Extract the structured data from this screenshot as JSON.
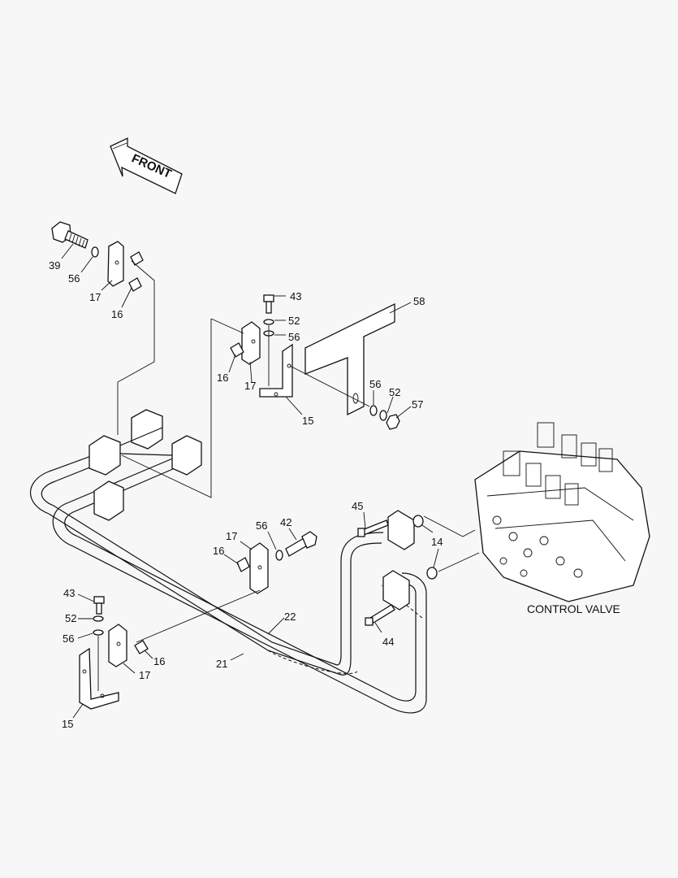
{
  "front_label": "FRONT",
  "control_valve_label": "CONTROL VALVE",
  "callouts": {
    "c39": "39",
    "c56a": "56",
    "c17a": "17",
    "c16a": "16",
    "c43a": "43",
    "c52a": "52",
    "c56b": "56",
    "c58": "58",
    "c16b": "16",
    "c17b": "17",
    "c15a": "15",
    "c56c": "56",
    "c52b": "52",
    "c57": "57",
    "c45": "45",
    "c14": "14",
    "c17c": "17",
    "c56d": "56",
    "c42": "42",
    "c16c": "16",
    "c22": "22",
    "c21": "21",
    "c44": "44",
    "c43b": "43",
    "c52c": "52",
    "c56e": "56",
    "c16d": "16",
    "c17d": "17",
    "c15b": "15"
  }
}
